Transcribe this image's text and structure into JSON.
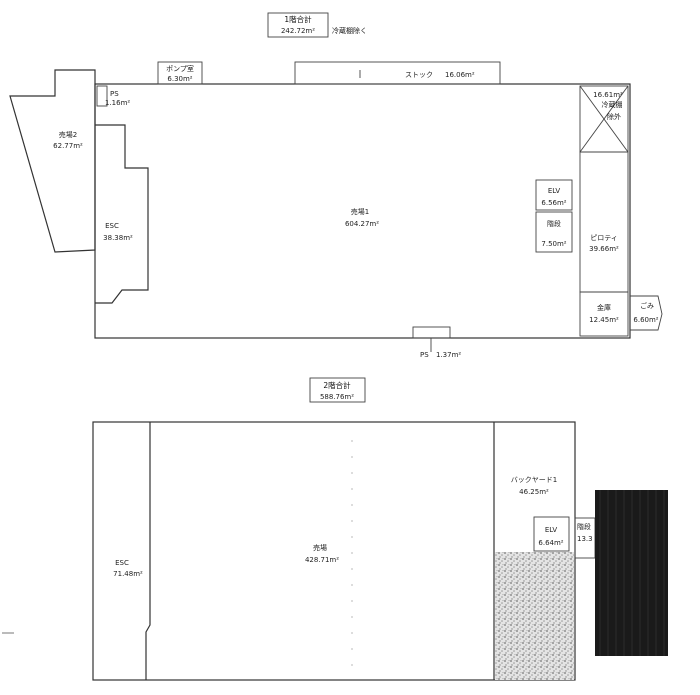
{
  "floor1": {
    "total_title": "1階合計",
    "total_area": "242.72m²",
    "total_note": "冷蔵棚除く",
    "rooms": {
      "sales2": {
        "name": "売場2",
        "area": "62.77m²"
      },
      "ps_top": {
        "name": "PS",
        "area": "1.16m²"
      },
      "pump": {
        "name": "ポンプ室",
        "area": "6.30m²"
      },
      "stock": {
        "name": "ストック",
        "area": "16.06m²"
      },
      "top_right": {
        "name": "冷蔵棚",
        "area": "16.61m²",
        "extra": "除外"
      },
      "esc": {
        "name": "ESC",
        "area": "38.38m²"
      },
      "sales1": {
        "name": "売場1",
        "area": "604.27m²"
      },
      "elv": {
        "name": "ELV",
        "area": "6.56m²"
      },
      "stairs": {
        "name": "階段",
        "area": "7.50m²"
      },
      "pilotis": {
        "name": "ピロティ",
        "area": "39.66m²"
      },
      "vault": {
        "name": "金庫",
        "area": "12.45m²"
      },
      "trash": {
        "name": "ごみ",
        "area": "6.60m²"
      },
      "ps_bottom": {
        "name": "PS",
        "area": "1.37m²"
      }
    }
  },
  "floor2": {
    "total_title": "2階合計",
    "total_area": "588.76m²",
    "rooms": {
      "esc": {
        "name": "ESC",
        "area": "71.48m²"
      },
      "sales": {
        "name": "売場",
        "area": "428.71m²"
      },
      "backyard": {
        "name": "バックヤード1",
        "area": "46.25m²"
      },
      "elv": {
        "name": "ELV",
        "area": "6.64m²"
      },
      "stairs": {
        "name": "階段",
        "area": "13.3"
      }
    }
  }
}
